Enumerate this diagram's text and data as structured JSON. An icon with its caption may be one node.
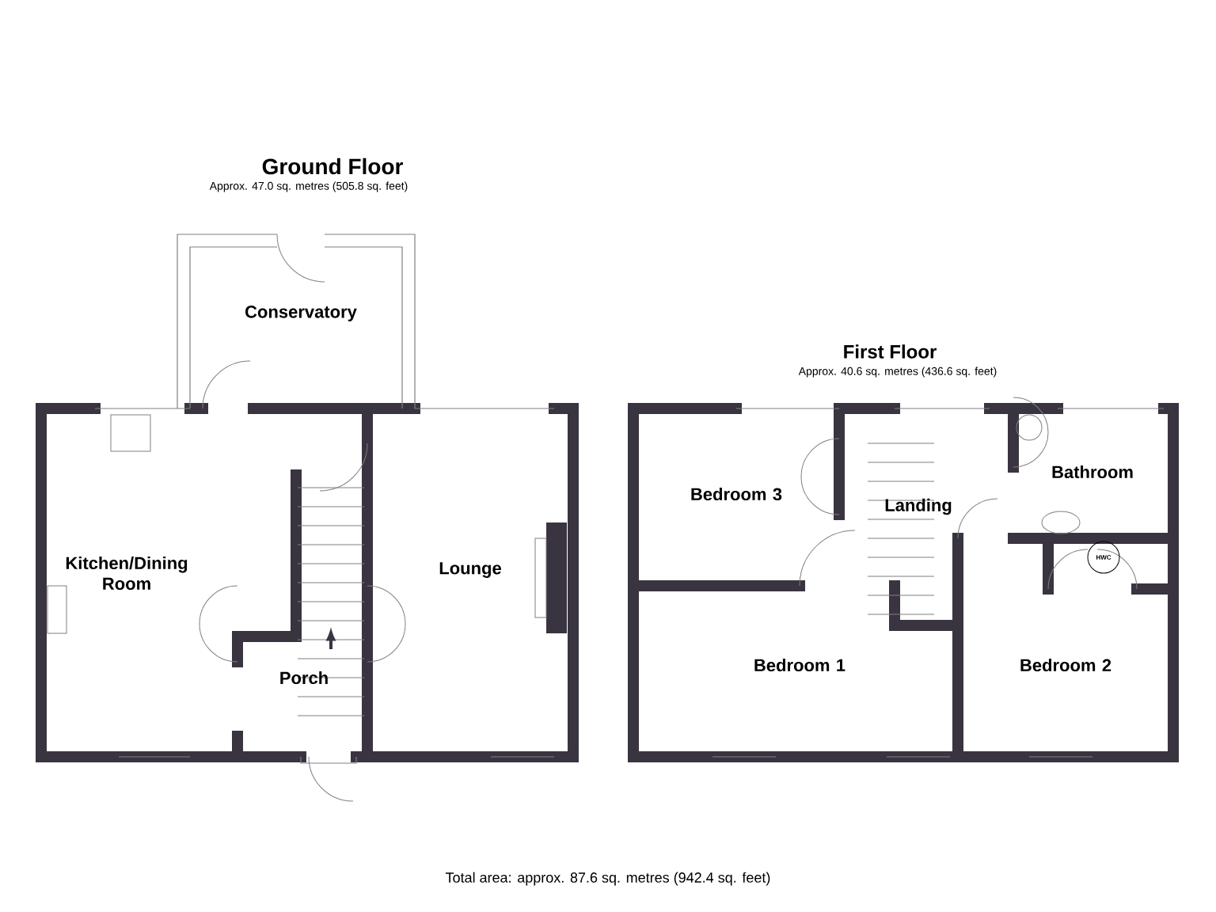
{
  "diagram": {
    "title": "Ground Floor",
    "nodes": [
      {
        "text": [
          "Conservatory"
        ]
      },
      {
        "text": [
          "Kitchen/Dining Room"
        ]
      },
      {
        "text": [
          "Porch"
        ]
      },
      {
        "text": [
          "Lounge"
        ]
      },
      {
        "text": [
          "Bedroom 3"
        ]
      },
      {
        "text": [
          "Landing"
        ]
      },
      {
        "text": [
          "Bathroom"
        ]
      },
      {
        "text": [
          "HWC"
        ]
      },
      {
        "text": [
          "Bedroom 1"
        ]
      },
      {
        "text": [
          "Bedroom 2"
        ]
      }
    ],
    "labels": [
      "Approx. 47.0 sq. metres (505.8 sq. feet)",
      "First Floor",
      "Approx. 40.6 sq. metres (436.6 sq. feet)",
      "Total area: approx. 87.6 sq. metres (942.4 sq. feet)"
    ]
  }
}
